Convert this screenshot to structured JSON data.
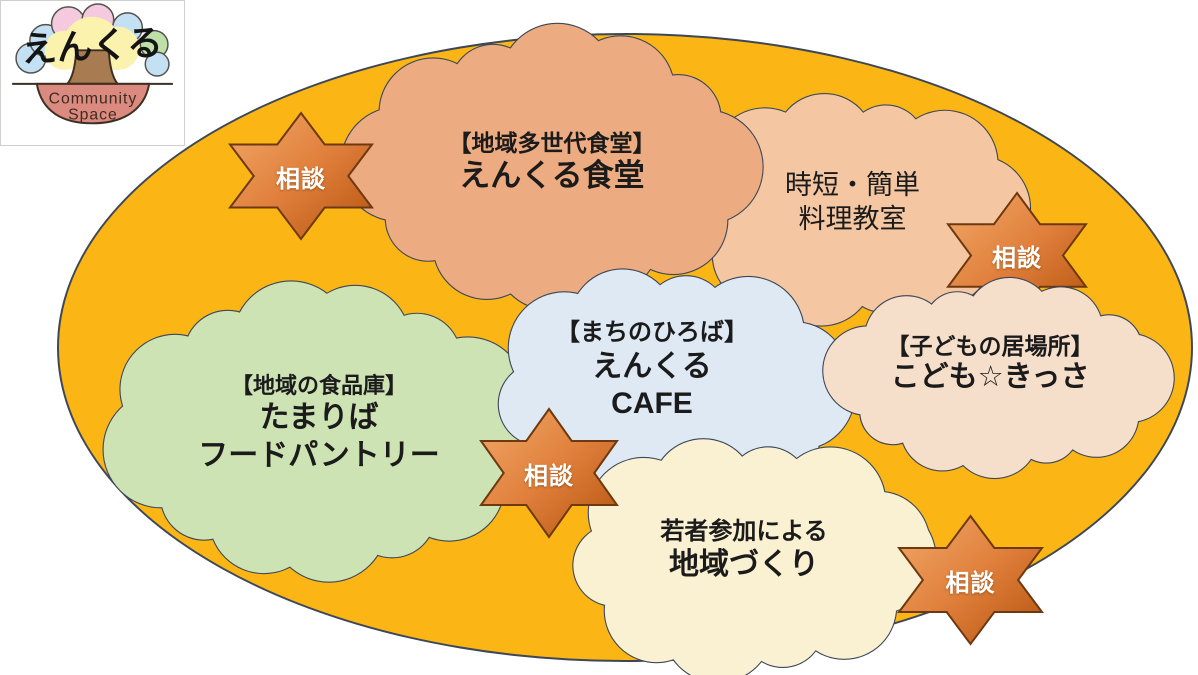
{
  "logo": {
    "name": "えんくる",
    "tagline_line1": "Community",
    "tagline_line2": "Space"
  },
  "diagram": {
    "ellipse_color": "#FBB615",
    "outline_color": "#3d4757",
    "text_color": "#1b1b1b",
    "clouds": [
      {
        "id": "enkuru-shokudo",
        "color": "#ECAB80",
        "lines": [
          "【地域多世代食堂】",
          "えんくる食堂"
        ]
      },
      {
        "id": "ryori-kyoshitsu",
        "color": "#F4C7A2",
        "lines": [
          "時短・簡単",
          "料理教室"
        ]
      },
      {
        "id": "food-pantry",
        "color": "#CEE3B4",
        "lines": [
          "【地域の食品庫】",
          "たまりば",
          "フードパントリー"
        ]
      },
      {
        "id": "enkuru-cafe",
        "color": "#DEE9F4",
        "lines": [
          "【まちのひろば】",
          "えんくる",
          "CAFE"
        ]
      },
      {
        "id": "kodomo-kissa",
        "color": "#F6DFCA",
        "lines": [
          "【子どもの居場所】",
          "こども☆きっさ"
        ]
      },
      {
        "id": "chiiki-zukuri",
        "color": "#FAF1D2",
        "lines": [
          "若者参加による",
          "地域づくり"
        ]
      }
    ],
    "stars": [
      {
        "id": "consult-top-left",
        "label": "相談"
      },
      {
        "id": "consult-right",
        "label": "相談"
      },
      {
        "id": "consult-center-left",
        "label": "相談"
      },
      {
        "id": "consult-bottom-right",
        "label": "相談"
      }
    ],
    "star_colors": {
      "light": "#F2A869",
      "mid": "#E0803C",
      "dark": "#B5540F",
      "outline": "#6E3910"
    }
  }
}
